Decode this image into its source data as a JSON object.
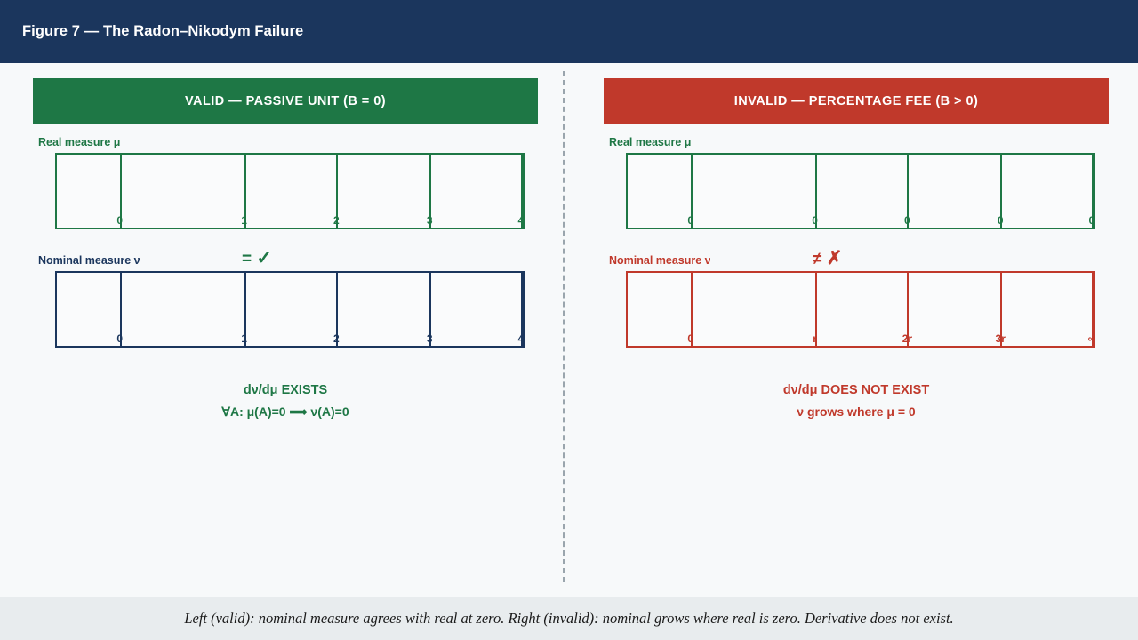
{
  "header": {
    "title": "Figure 7 — The Radon–Nikodym Failure"
  },
  "panels": [
    {
      "id": "valid",
      "header_label": "VALID — PASSIVE UNIT (B = 0)",
      "header_color": "#1e7745",
      "real": {
        "label": "Real measure μ",
        "color": "#1e7745",
        "tick_labels": [
          "0",
          "1",
          "2",
          "3",
          "4"
        ]
      },
      "relation": {
        "operator": "=",
        "glyph": "✓",
        "icon_name": "check-mark-icon",
        "color": "#1e7745"
      },
      "nominal": {
        "label": "Nominal measure ν",
        "color": "#1b365d",
        "tick_labels": [
          "0",
          "1",
          "2",
          "3",
          "4"
        ]
      },
      "conclusion": {
        "line1": "dν/dμ EXISTS",
        "line2": "∀A: μ(A)=0 ⟹ ν(A)=0",
        "color": "#1e7745"
      }
    },
    {
      "id": "invalid",
      "header_label": "INVALID — PERCENTAGE FEE (B > 0)",
      "header_color": "#c0392b",
      "real": {
        "label": "Real measure μ",
        "color": "#1e7745",
        "tick_labels": [
          "0",
          "0",
          "0",
          "0",
          "0"
        ]
      },
      "relation": {
        "operator": "≠",
        "glyph": "✗",
        "icon_name": "cross-mark-icon",
        "color": "#c0392b"
      },
      "nominal": {
        "label": "Nominal measure ν",
        "color": "#c0392b",
        "tick_labels": [
          "0",
          "r",
          "2r",
          "3r",
          "∞"
        ]
      },
      "conclusion": {
        "line1": "dν/dμ DOES NOT EXIST",
        "line2": "ν grows where μ = 0",
        "color": "#c0392b"
      }
    }
  ],
  "footer": {
    "caption": "Left (valid): nominal measure agrees with real at zero. Right (invalid): nominal grows where real is zero. Derivative does not exist."
  },
  "chart_data": {
    "type": "table",
    "title": "Figure 7 — The Radon–Nikodym Failure",
    "tick_positions_pct": [
      13.5,
      40.2,
      60.0,
      80.0,
      99.6
    ],
    "panels": [
      {
        "name": "VALID — PASSIVE UNIT (B = 0)",
        "series": [
          {
            "name": "Real measure μ",
            "labels": [
              "0",
              "1",
              "2",
              "3",
              "4"
            ]
          },
          {
            "name": "Nominal measure ν",
            "labels": [
              "0",
              "1",
              "2",
              "3",
              "4"
            ]
          }
        ],
        "relation": "=",
        "verdict": "dν/dμ EXISTS"
      },
      {
        "name": "INVALID — PERCENTAGE FEE (B > 0)",
        "series": [
          {
            "name": "Real measure μ",
            "labels": [
              "0",
              "0",
              "0",
              "0",
              "0"
            ]
          },
          {
            "name": "Nominal measure ν",
            "labels": [
              "0",
              "r",
              "2r",
              "3r",
              "∞"
            ]
          }
        ],
        "relation": "≠",
        "verdict": "dν/dμ DOES NOT EXIST"
      }
    ]
  }
}
